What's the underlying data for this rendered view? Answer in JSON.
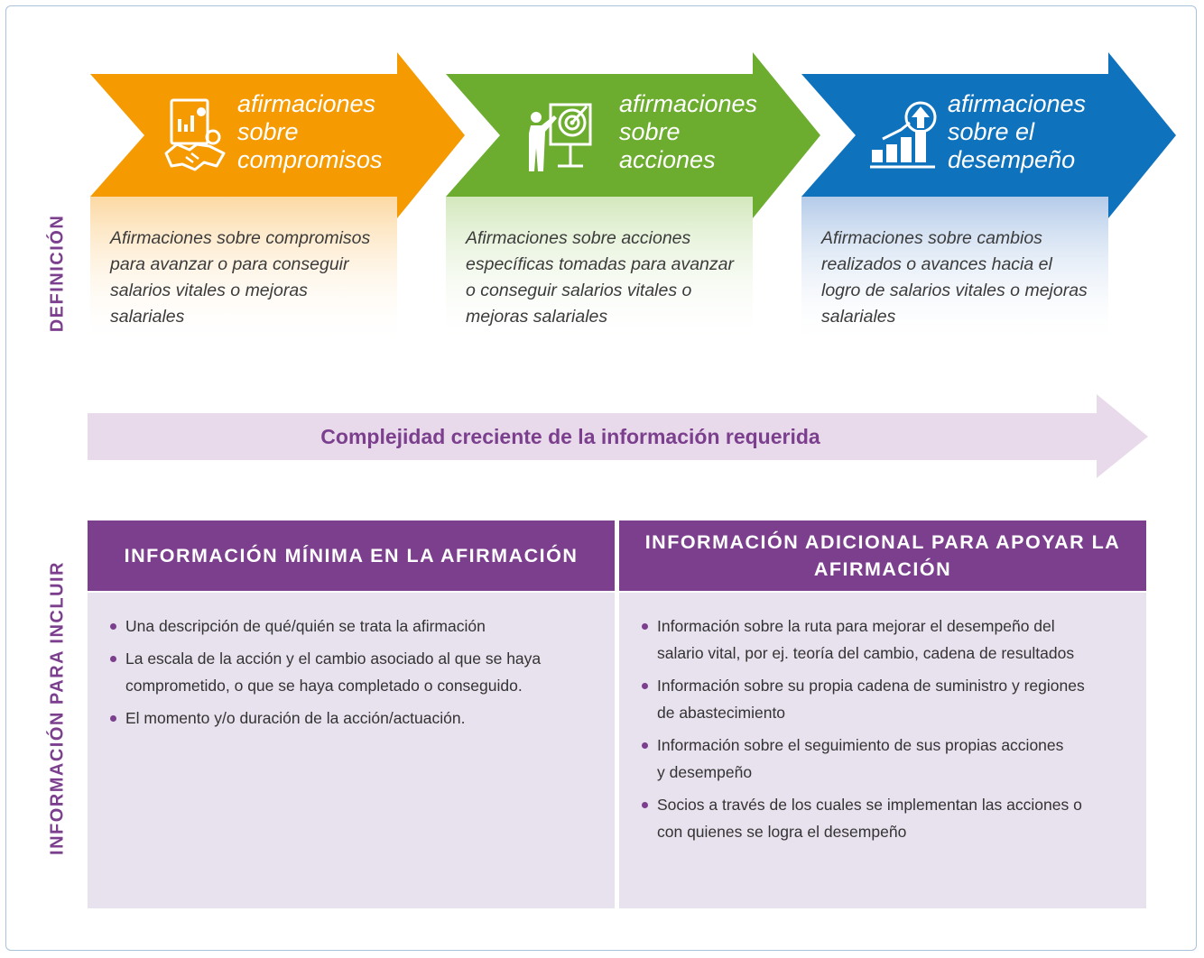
{
  "labels": {
    "definicion": "DEFINICIÓN",
    "informacion": "INFORMACIÓN PARA INCLUIR"
  },
  "arrows": [
    {
      "title": "afirmaciones\nsobre\ncompromisos",
      "icon": "handshake-report-icon",
      "color": "#f59a00",
      "description": "Afirmaciones sobre compromisos para avanzar o para conseguir salarios vitales o mejoras salariales"
    },
    {
      "title": "afirmaciones\nsobre\nacciones",
      "icon": "presenter-target-icon",
      "color": "#6cad2f",
      "description": "Afirmaciones sobre acciones específicas tomadas para avanzar o conseguir salarios vitales o mejoras salariales"
    },
    {
      "title": "afirmaciones\nsobre el\ndesempeño",
      "icon": "growth-bar-chart-icon",
      "color": "#0f72bd",
      "description": "Afirmaciones sobre cambios realizados o avances hacia el logro de salarios vitales o mejoras salariales"
    }
  ],
  "complexity_arrow": {
    "text": "Complejidad creciente de la información requerida",
    "color": "#e8daea"
  },
  "columns": [
    {
      "header": "INFORMACIÓN MÍNIMA EN LA AFIRMACIÓN",
      "items": [
        "Una descripción de qué/quién se trata la afirmación",
        "La escala de la acción y el cambio asociado al que se haya comprometido, o que se haya completado o conseguido.",
        "El momento y/o duración de la acción/actuación."
      ]
    },
    {
      "header": "INFORMACIÓN ADICIONAL PARA APOYAR LA AFIRMACIÓN",
      "items": [
        "Información sobre la ruta para mejorar el desempeño del salario vital, por ej. teoría del cambio, cadena de resultados",
        "Información sobre su propia cadena de suministro y regiones de abastecimiento",
        "Información sobre el seguimiento de sus propias acciones y desempeño",
        "Socios a través de los cuales se implementan las acciones o con quienes se logra el desempeño"
      ]
    }
  ],
  "colors": {
    "purple": "#7b3f8e",
    "panel": "#e8e1ee",
    "border": "#a9c3dd"
  }
}
